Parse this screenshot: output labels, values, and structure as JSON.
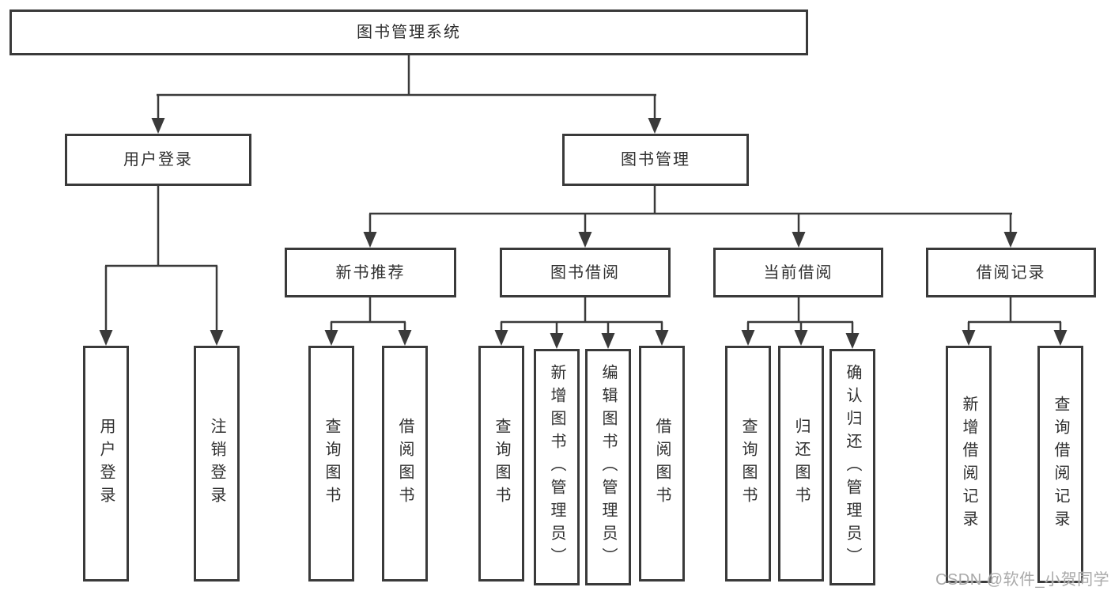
{
  "colors": {
    "line": "#3a3a3a",
    "box_border": "#3a3a3a",
    "box_fill": "#ffffff",
    "text": "#2f2f2f",
    "watermark": "#a9a9a9"
  },
  "watermark": {
    "text": "CSDN @软件_小贺同学"
  },
  "tree": {
    "label": "图书管理系统",
    "children": [
      {
        "label": "用户登录",
        "children": [
          {
            "label": "用户登录"
          },
          {
            "label": "注销登录"
          }
        ]
      },
      {
        "label": "图书管理",
        "children": [
          {
            "label": "新书推荐",
            "children": [
              {
                "label": "查询图书"
              },
              {
                "label": "借阅图书"
              }
            ]
          },
          {
            "label": "图书借阅",
            "children": [
              {
                "label": "查询图书"
              },
              {
                "label": "新增图书（管理员）"
              },
              {
                "label": "编辑图书（管理员）"
              },
              {
                "label": "借阅图书"
              }
            ]
          },
          {
            "label": "当前借阅",
            "children": [
              {
                "label": "查询图书"
              },
              {
                "label": "归还图书"
              },
              {
                "label": "确认归还（管理员）"
              }
            ]
          },
          {
            "label": "借阅记录",
            "children": [
              {
                "label": "新增借阅记录"
              },
              {
                "label": "查询借阅记录"
              }
            ]
          }
        ]
      }
    ]
  }
}
